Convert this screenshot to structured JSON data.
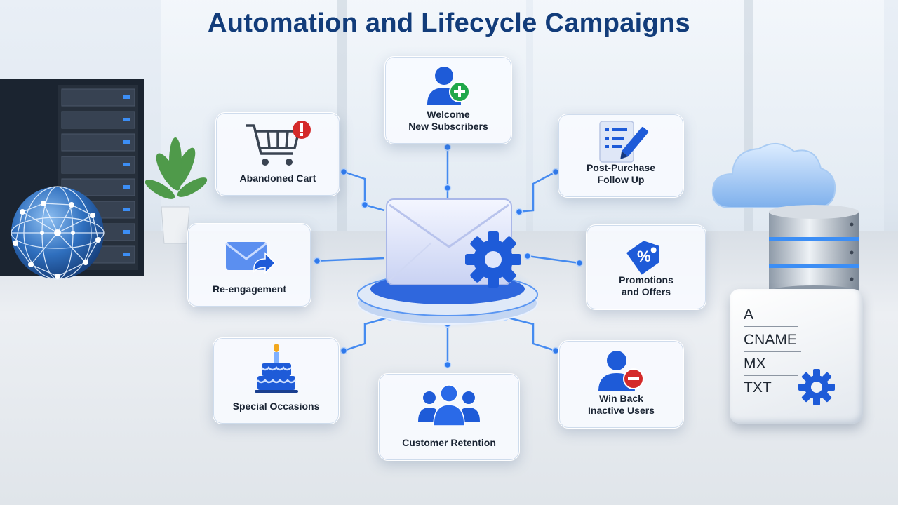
{
  "title": "Automation and Lifecycle Campaigns",
  "campaigns": {
    "welcome": {
      "line1": "Welcome",
      "line2": "New Subscribers",
      "icon": "user-add-icon"
    },
    "abandoned_cart": {
      "line1": "Abandoned Cart",
      "icon": "shopping-cart-alert-icon"
    },
    "post_purchase": {
      "line1": "Post-Purchase",
      "line2": "Follow Up",
      "icon": "document-edit-icon"
    },
    "re_engagement": {
      "line1": "Re-engagement",
      "icon": "mail-forward-icon"
    },
    "promotions": {
      "line1": "Promotions",
      "line2": "and Offers",
      "icon": "percent-tag-icon"
    },
    "special_occasions": {
      "line1": "Special Occasions",
      "icon": "birthday-cake-icon"
    },
    "customer_retention": {
      "line1": "Customer Retention",
      "icon": "user-group-icon"
    },
    "win_back": {
      "line1": "Win Back",
      "line2": "Inactive Users",
      "icon": "user-remove-icon"
    }
  },
  "hub": {
    "icon": "email-automation-gear-icon"
  },
  "dns_records": [
    "A",
    "CNAME",
    "MX",
    "TXT"
  ],
  "colors": {
    "title": "#123c7a",
    "accent": "#1e5bd8",
    "alert_red": "#d42a2a",
    "success_green": "#21a84a"
  }
}
